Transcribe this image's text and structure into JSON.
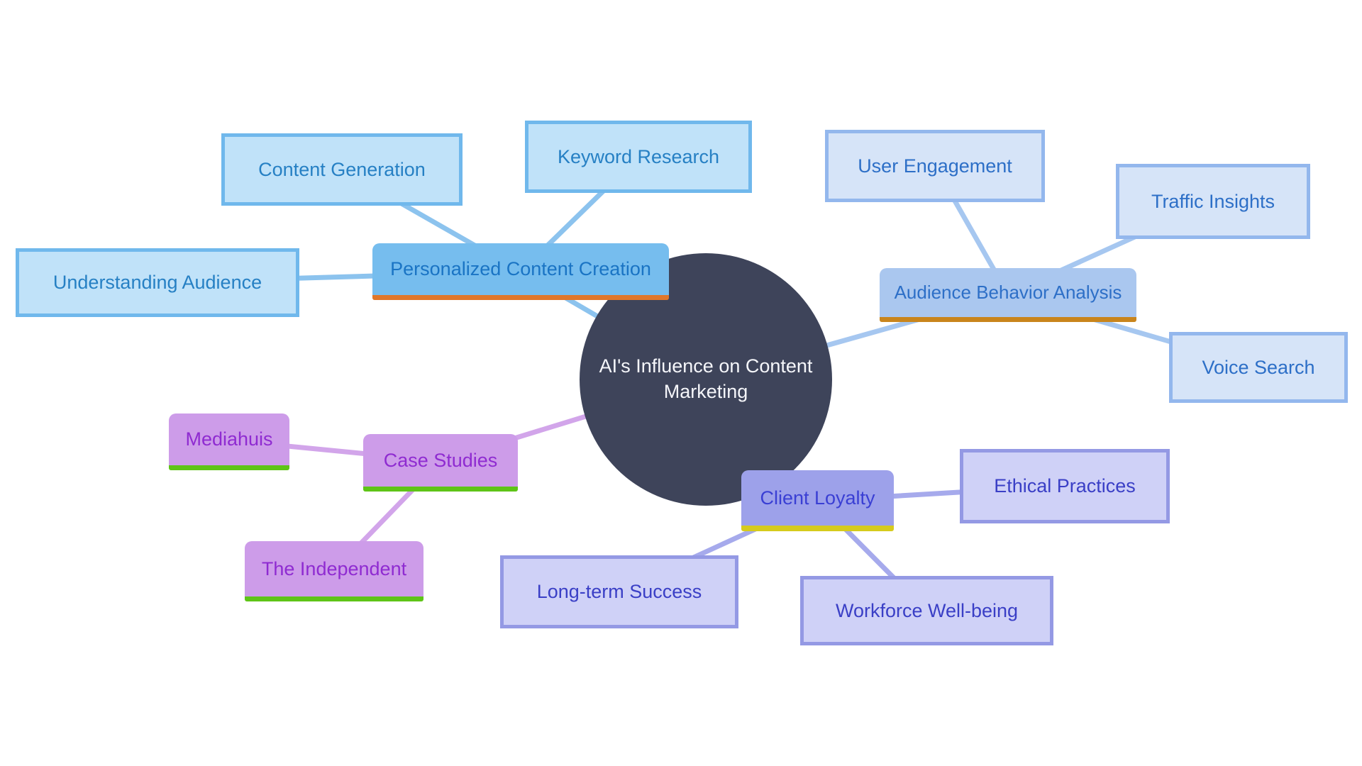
{
  "diagram": {
    "type": "mindmap",
    "center": {
      "label": "AI's Influence on Content Marketing"
    },
    "branches": [
      {
        "label": "Personalized Content Creation",
        "children": [
          {
            "label": "Content Generation"
          },
          {
            "label": "Keyword Research"
          },
          {
            "label": "Understanding Audience"
          }
        ]
      },
      {
        "label": "Audience Behavior Analysis",
        "children": [
          {
            "label": "User Engagement"
          },
          {
            "label": "Traffic Insights"
          },
          {
            "label": "Voice Search"
          }
        ]
      },
      {
        "label": "Case Studies",
        "children": [
          {
            "label": "Mediahuis"
          },
          {
            "label": "The Independent"
          }
        ]
      },
      {
        "label": "Client Loyalty",
        "children": [
          {
            "label": "Ethical Practices"
          },
          {
            "label": "Long-term Success"
          },
          {
            "label": "Workforce Well-being"
          }
        ]
      }
    ]
  },
  "colors": {
    "background": "#ffffff",
    "center_bg": "#3e445a",
    "center_text": "#f5f6fa",
    "b0_box": "#76bdee",
    "b0_text": "#1a74c4",
    "b0_accent": "#e0772a",
    "b0_line": "#8cc3ee",
    "b0_leaf_bg": "#c0e2f9",
    "b0_leaf_border": "#70b8ec",
    "b0_leaf_text": "#2680c4",
    "b1_box": "#aac7ef",
    "b1_text": "#2d6fc7",
    "b1_accent": "#c9851c",
    "b1_line": "#a6c7f0",
    "b1_leaf_bg": "#d6e4f8",
    "b1_leaf_border": "#93b7ed",
    "b1_leaf_text": "#2d6fc7",
    "b2_box": "#cd9ce9",
    "b2_text": "#8f2bd1",
    "b2_accent": "#5ec417",
    "b2_line": "#d2a5ea",
    "b3_box": "#9da1ea",
    "b3_text": "#3a3fd4",
    "b3_accent": "#d6cb1d",
    "b3_line": "#a6aaec",
    "b3_leaf_bg": "#cfd1f7",
    "b3_leaf_border": "#9499e4",
    "b3_leaf_text": "#3a3fc6"
  }
}
